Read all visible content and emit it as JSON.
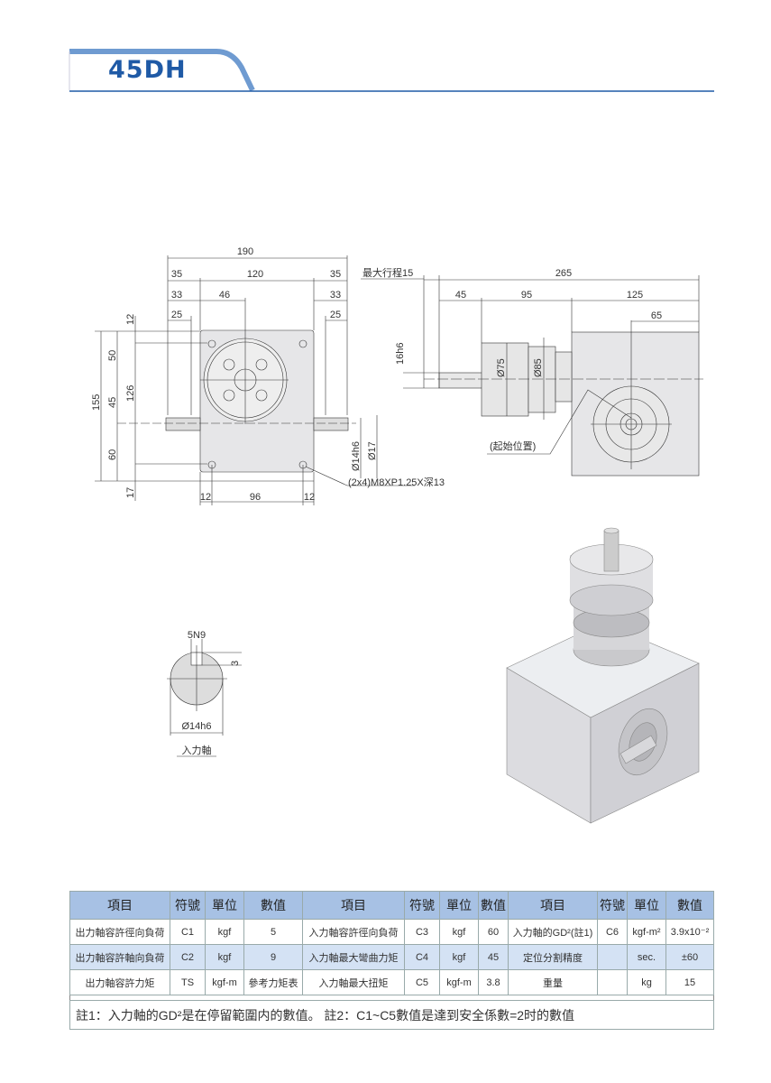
{
  "header": {
    "title": "45DH"
  },
  "front_view": {
    "dims": {
      "w190": "190",
      "w35l": "35",
      "w120": "120",
      "w35r": "35",
      "w33l": "33",
      "w46": "46",
      "w33r": "33",
      "w25l": "25",
      "w25r": "25",
      "h12": "12",
      "h50": "50",
      "h126": "126",
      "h155": "155",
      "h45": "45",
      "h60": "60",
      "h17": "17",
      "b12l": "12",
      "b96": "96",
      "b12r": "12",
      "d14": "Ø14h6",
      "d17": "Ø17"
    },
    "hole_note": "(2x4)M8XP1.25X深13"
  },
  "side_view": {
    "dims": {
      "stroke": "最大行程15",
      "w265": "265",
      "w45": "45",
      "w95": "95",
      "w125": "125",
      "w65": "65",
      "d16": "16h6",
      "d75": "Ø75",
      "d85": "Ø85"
    },
    "start_label": "(起始位置)"
  },
  "key_view": {
    "key": "5N9",
    "depth": "3",
    "diameter": "Ø14h6",
    "caption": "入力軸"
  },
  "spec_table": {
    "headers": [
      "項目",
      "符號",
      "單位",
      "數值",
      "項目",
      "符號",
      "單位",
      "數值",
      "項目",
      "符號",
      "單位",
      "數值"
    ],
    "rows": [
      [
        "出力軸容許徑向負荷",
        "C1",
        "kgf",
        "5",
        "入力軸容許徑向負荷",
        "C3",
        "kgf",
        "60",
        "入力軸的GD²(註1)",
        "C6",
        "kgf-m²",
        "3.9x10⁻²"
      ],
      [
        "出力軸容許軸向負荷",
        "C2",
        "kgf",
        "9",
        "入力軸最大彎曲力矩",
        "C4",
        "kgf",
        "45",
        "定位分割精度",
        "",
        "sec.",
        "±60"
      ],
      [
        "出力軸容許力矩",
        "TS",
        "kgf-m",
        "參考力矩表",
        "入力軸最大扭矩",
        "C5",
        "kgf-m",
        "3.8",
        "重量",
        "",
        "kg",
        "15"
      ]
    ],
    "note": "註1：入力軸的GD²是在停留範圍内的數值。 註2：C1~C5數值是達到安全係數=2时的數值"
  },
  "colors": {
    "accent": "#1f5aa6",
    "header_bar": "#6f9bd1",
    "table_header": "#a7c1e4",
    "table_alt": "#d4e2f4"
  }
}
